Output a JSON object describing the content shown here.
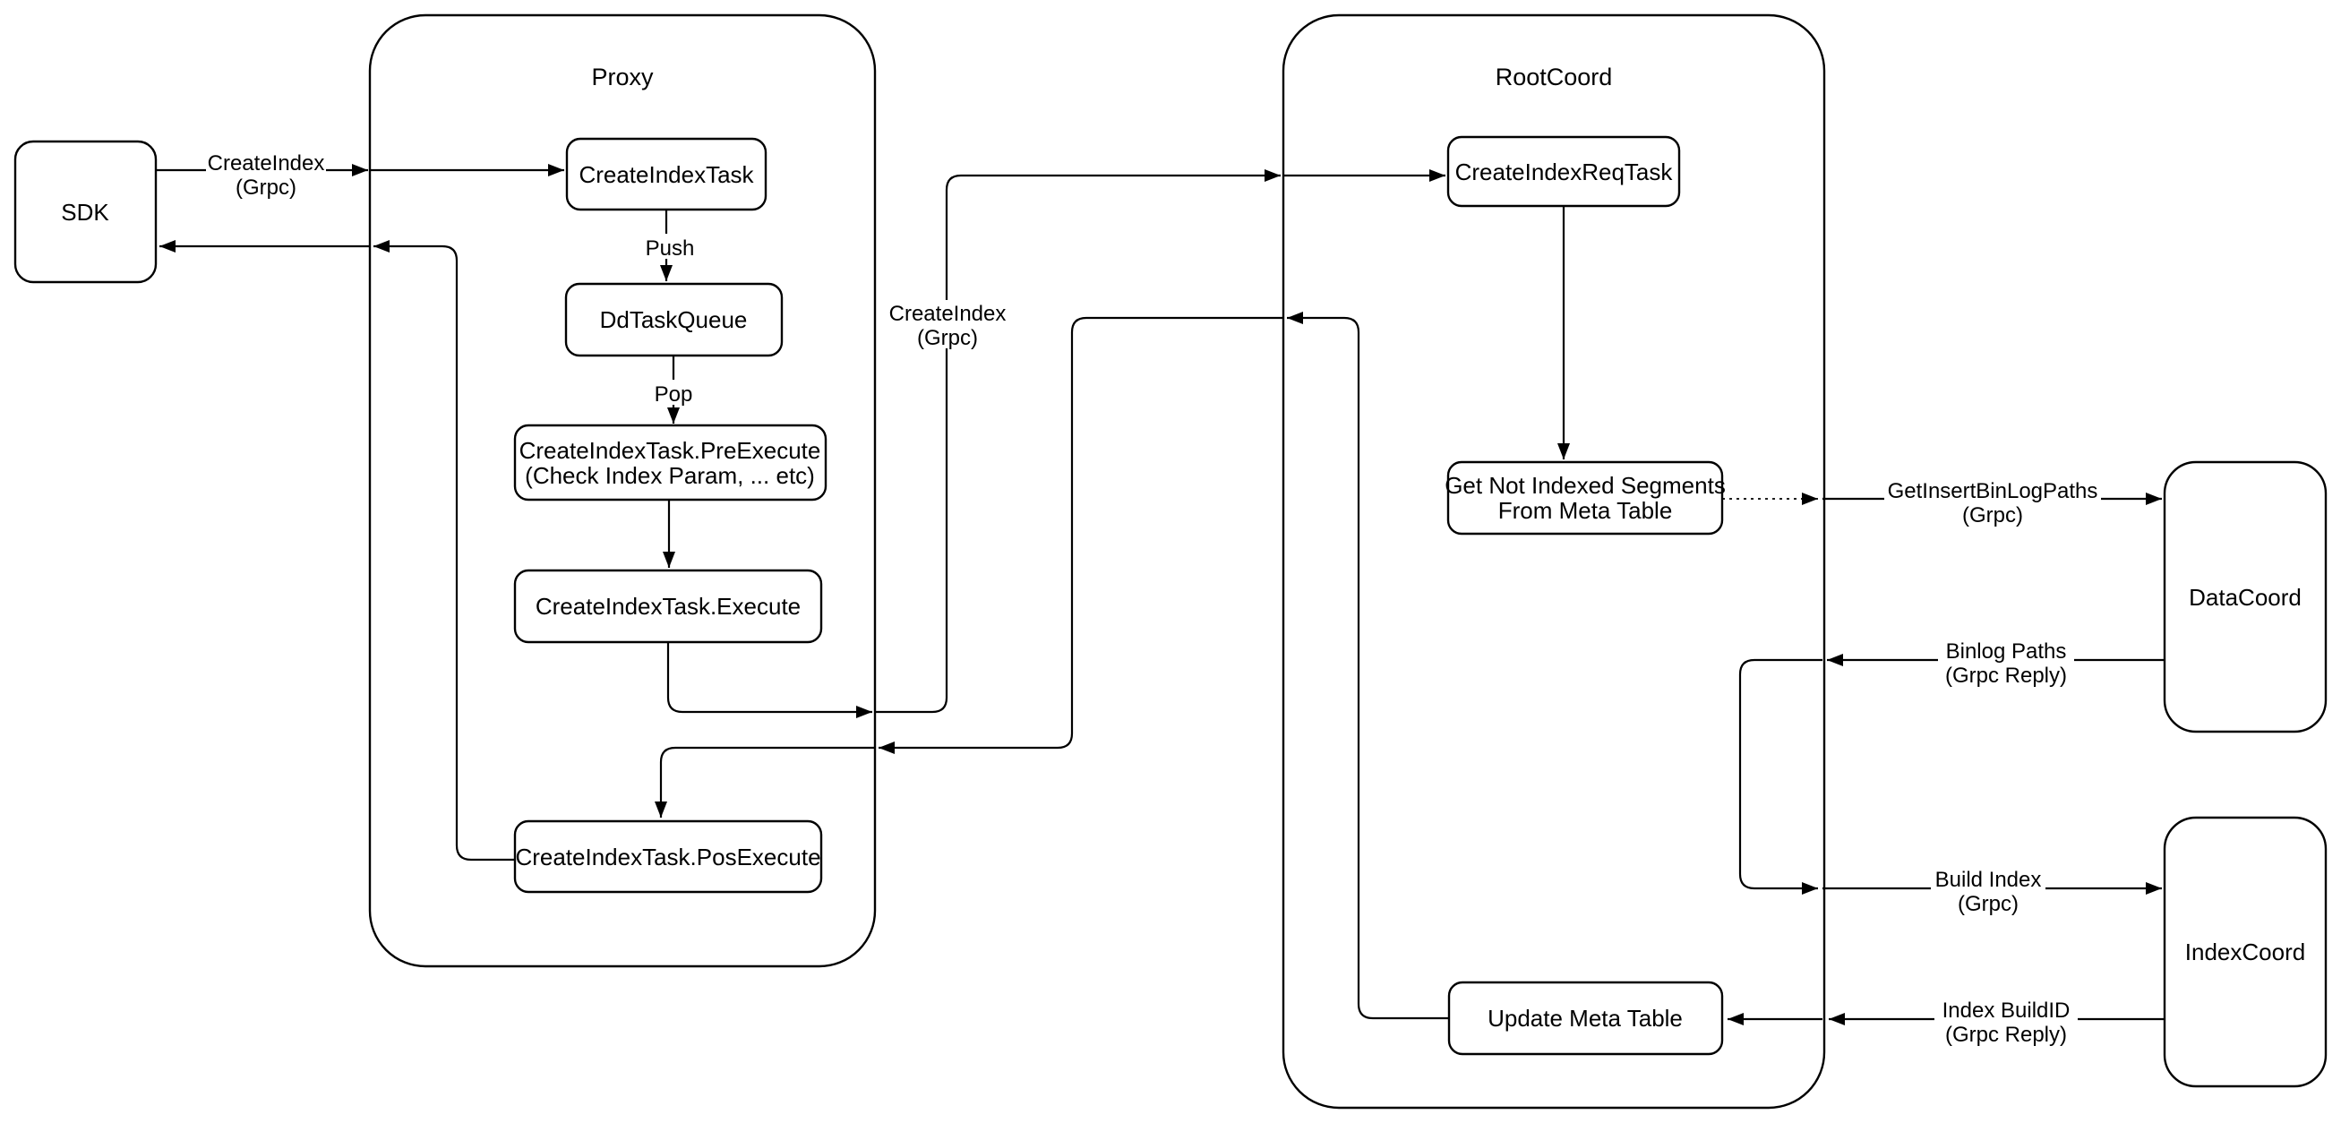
{
  "colors": {
    "stroke": "#000000",
    "fill": "#ffffff",
    "background": "#ffffff"
  },
  "containers": {
    "proxy": "Proxy",
    "rootcoord": "RootCoord"
  },
  "nodes": {
    "sdk": "SDK",
    "create_index_task": "CreateIndexTask",
    "dd_task_queue": "DdTaskQueue",
    "pre_execute_1": "CreateIndexTask.PreExecute",
    "pre_execute_2": "(Check Index Param, ... etc)",
    "execute": "CreateIndexTask.Execute",
    "pos_execute": "CreateIndexTask.PosExecute",
    "create_index_req_task": "CreateIndexReqTask",
    "get_not_indexed_1": "Get Not Indexed Segments",
    "get_not_indexed_2": "From Meta Table",
    "update_meta_table": "Update Meta Table",
    "datacoord": "DataCoord",
    "indexcoord": "IndexCoord"
  },
  "edge_labels": {
    "sdk_create_index_1": "CreateIndex",
    "sdk_create_index_2": "(Grpc)",
    "push": "Push",
    "pop": "Pop",
    "proxy_create_index_1": "CreateIndex",
    "proxy_create_index_2": "(Grpc)",
    "get_insert_binlog_1": "GetInsertBinLogPaths",
    "get_insert_binlog_2": "(Grpc)",
    "binlog_paths_1": "Binlog Paths",
    "binlog_paths_2": "(Grpc Reply)",
    "build_index_1": "Build Index",
    "build_index_2": "(Grpc)",
    "index_buildid_1": "Index BuildID",
    "index_buildid_2": "(Grpc Reply)"
  }
}
